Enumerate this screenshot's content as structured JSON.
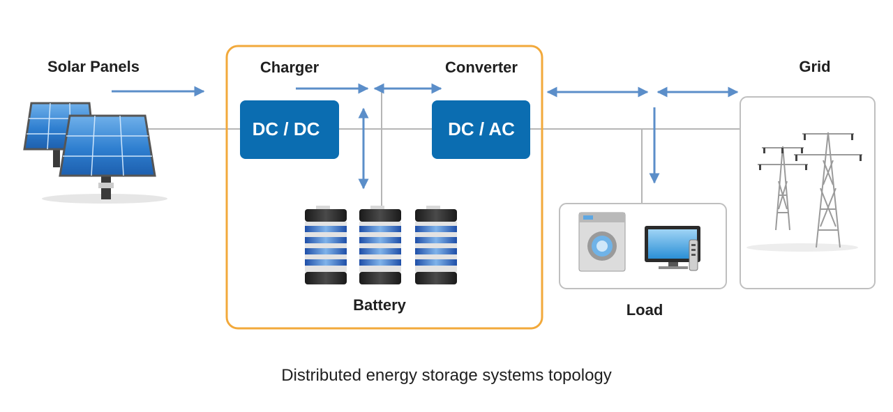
{
  "labels": {
    "solar_panels": "Solar Panels",
    "charger": "Charger",
    "converter": "Converter",
    "grid": "Grid",
    "battery": "Battery",
    "load": "Load"
  },
  "boxes": {
    "dcdc": "DC / DC",
    "dcac": "DC / AC"
  },
  "caption": "Distributed energy storage systems topology",
  "colors": {
    "arrow": "#5b8ec9",
    "converter_box": "#0b6db1",
    "system_border": "#f2a93b",
    "wire": "#b5b5b5",
    "panel_border": "#bfbfbf"
  },
  "icons": [
    "solar-panel-icon",
    "battery-icon",
    "washing-machine-icon",
    "tv-icon",
    "remote-icon",
    "power-tower-icon"
  ]
}
